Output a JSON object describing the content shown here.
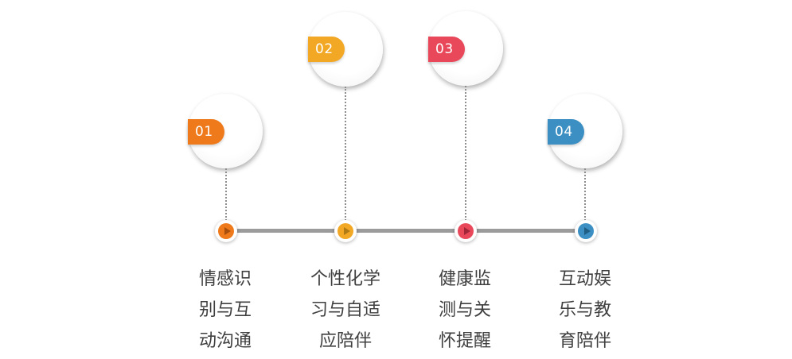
{
  "milestones": [
    {
      "number": "01",
      "color": "#EE7A1C",
      "node_arrow_color": "#A94F0E",
      "caption_lines": [
        "情感识",
        "别与互",
        "动沟通"
      ]
    },
    {
      "number": "02",
      "color": "#F2A825",
      "node_arrow_color": "#B07A14",
      "caption_lines": [
        "个性化学",
        "习与自适",
        "应陪伴"
      ]
    },
    {
      "number": "03",
      "color": "#E8485A",
      "node_arrow_color": "#A12637",
      "caption_lines": [
        "健康监",
        "测与关",
        "怀提醒"
      ]
    },
    {
      "number": "04",
      "color": "#3B8FC2",
      "node_arrow_color": "#1F5F86",
      "caption_lines": [
        "互动娱",
        "乐与教",
        "育陪伴"
      ]
    }
  ],
  "colors": {
    "timeline": "#9B9B9B",
    "caption_text": "#3F3F3F"
  }
}
